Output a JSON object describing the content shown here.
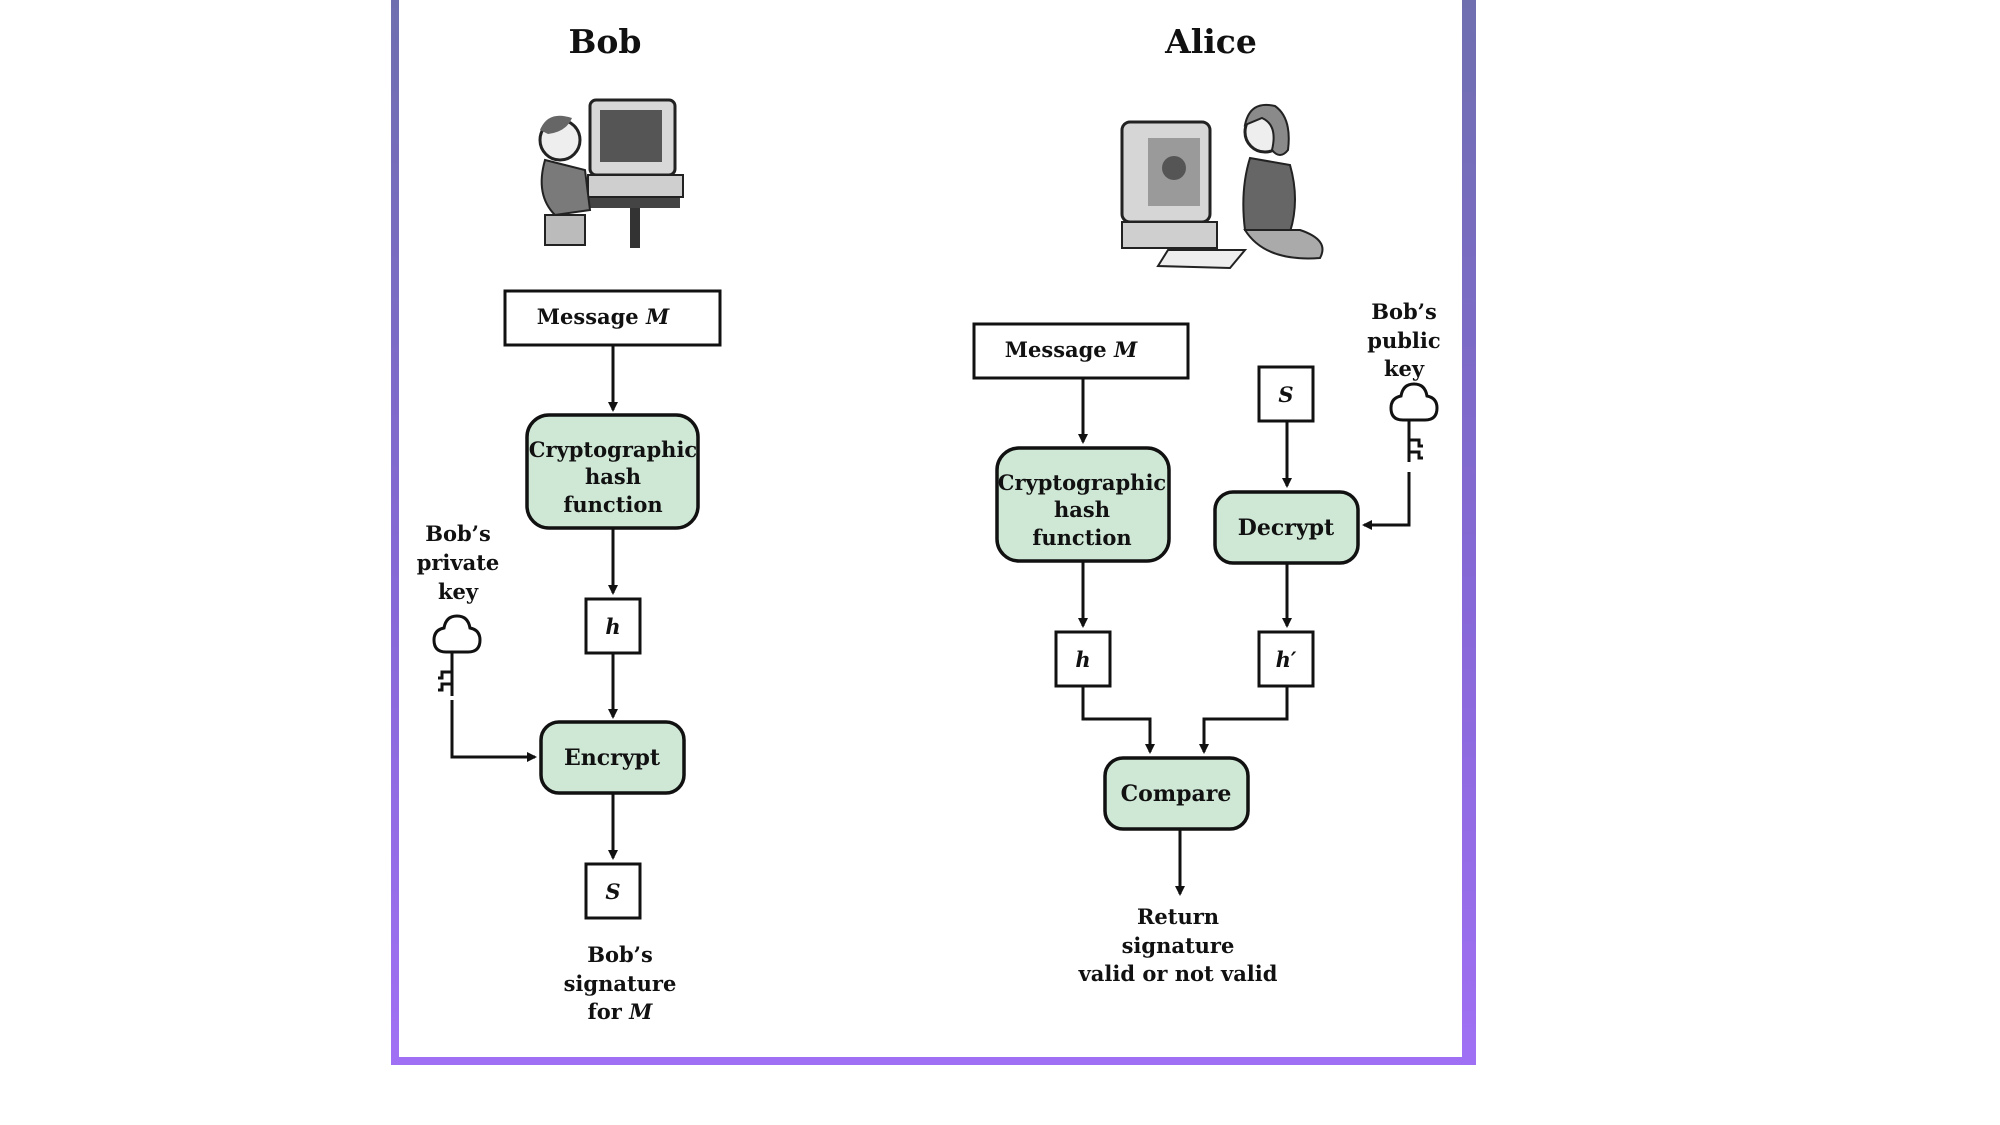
{
  "bob": {
    "name": "Bob",
    "message_prefix": "Message ",
    "message_var": "M",
    "hash_line1": "Cryptographic",
    "hash_line2": "hash",
    "hash_line3": "function",
    "h_label": "h",
    "encrypt_label": "Encrypt",
    "s_label": "S",
    "key_line1": "Bob’s",
    "key_line2": "private",
    "key_line3": "key",
    "sig_line1": "Bob’s",
    "sig_line2": "signature",
    "sig_line3_prefix": "for ",
    "sig_line3_var": "M",
    "person_icon": "man-at-computer-icon",
    "key_icon": "key-icon"
  },
  "alice": {
    "name": "Alice",
    "message_prefix": "Message ",
    "message_var": "M",
    "s_label": "S",
    "hash_line1": "Cryptographic",
    "hash_line2": "hash",
    "hash_line3": "function",
    "decrypt_label": "Decrypt",
    "h_label": "h",
    "hprime_label": "h′",
    "compare_label": "Compare",
    "key_line1": "Bob’s",
    "key_line2": "public",
    "key_line3": "key",
    "result_line1": "Return",
    "result_line2": "signature",
    "result_line3": "valid or not valid",
    "person_icon": "woman-at-computer-icon",
    "key_icon": "key-icon"
  },
  "colors": {
    "process_fill": "#cfe8d6",
    "frame_top": "#6f6fb0",
    "frame_bottom": "#a070f4"
  }
}
